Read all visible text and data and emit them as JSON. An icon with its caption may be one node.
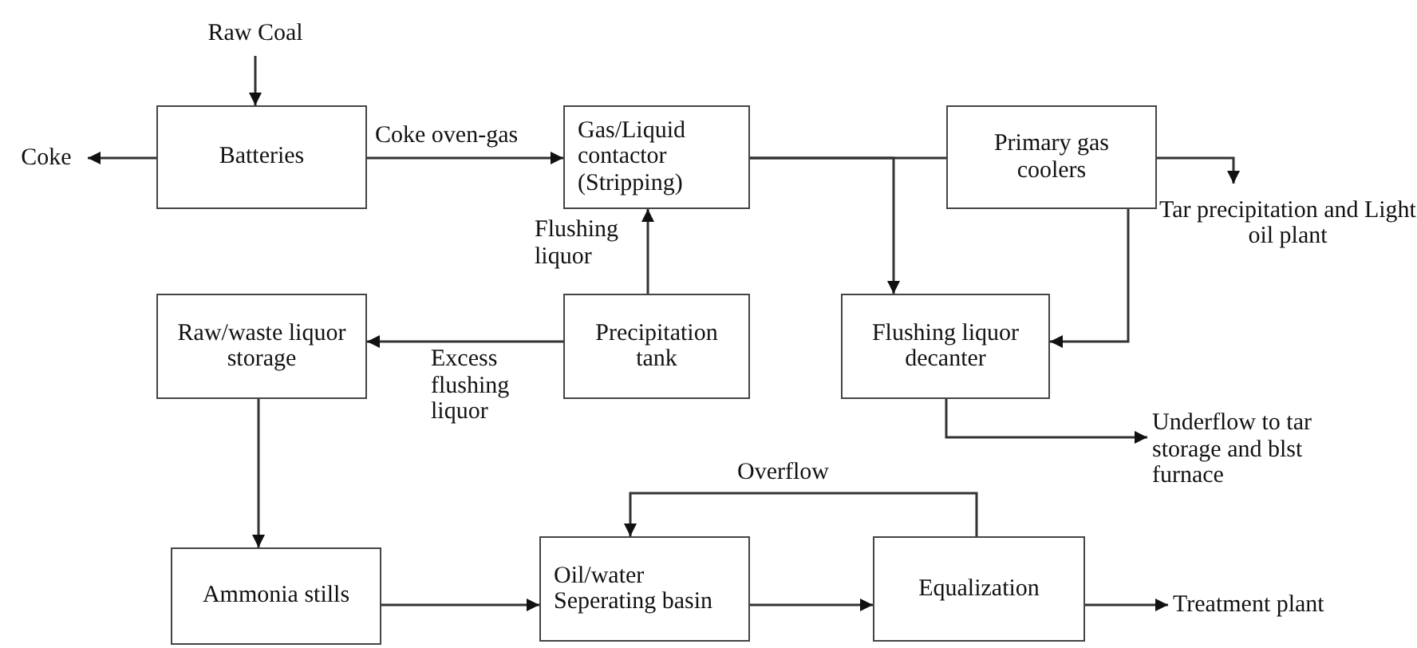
{
  "diagram": {
    "nodes": [
      {
        "text": [
          "Raw Coal"
        ]
      },
      {
        "text": [
          "Batteries"
        ]
      },
      {
        "text": [
          "Coke"
        ]
      },
      {
        "text": [
          "Gas/Liquid contactor (Stripping)"
        ]
      },
      {
        "text": [
          "Primary gas coolers"
        ]
      },
      {
        "text": [
          "Tar precipitation and Light oil plant"
        ]
      },
      {
        "text": [
          "Raw/waste liquor storage"
        ]
      },
      {
        "text": [
          "Precipitation tank"
        ]
      },
      {
        "text": [
          "Flushing liquor decanter"
        ]
      },
      {
        "text": [
          "Underflow to tar storage and blst furnace"
        ]
      },
      {
        "text": [
          "Ammonia stills"
        ]
      },
      {
        "text": [
          "Oil/water Seperating basin"
        ]
      },
      {
        "text": [
          "Equalization"
        ]
      },
      {
        "text": [
          "Treatment plant"
        ]
      }
    ],
    "edges": [
      {
        "from": 0,
        "to": 1,
        "arrow": "to"
      },
      {
        "from": 1,
        "to": 2,
        "arrow": "to"
      },
      {
        "from": 1,
        "to": 3,
        "arrow": "to",
        "label": "Coke oven-gas"
      },
      {
        "from": 7,
        "to": 3,
        "arrow": "to",
        "label": "Flushing liquor"
      },
      {
        "from": 3,
        "to": 4,
        "arrow": "none"
      },
      {
        "from": 3,
        "to": 8,
        "arrow": "to"
      },
      {
        "from": 4,
        "to": 5,
        "arrow": "to"
      },
      {
        "from": 4,
        "to": 8,
        "arrow": "to"
      },
      {
        "from": 8,
        "to": 9,
        "arrow": "to"
      },
      {
        "from": 7,
        "to": 6,
        "arrow": "to",
        "label": "Excess flushing liquor"
      },
      {
        "from": 6,
        "to": 10,
        "arrow": "to"
      },
      {
        "from": 10,
        "to": 11,
        "arrow": "to"
      },
      {
        "from": 11,
        "to": 12,
        "arrow": "to"
      },
      {
        "from": 12,
        "to": 11,
        "arrow": "to",
        "label": "Overflow"
      },
      {
        "from": 12,
        "to": 13,
        "arrow": "to"
      }
    ]
  }
}
